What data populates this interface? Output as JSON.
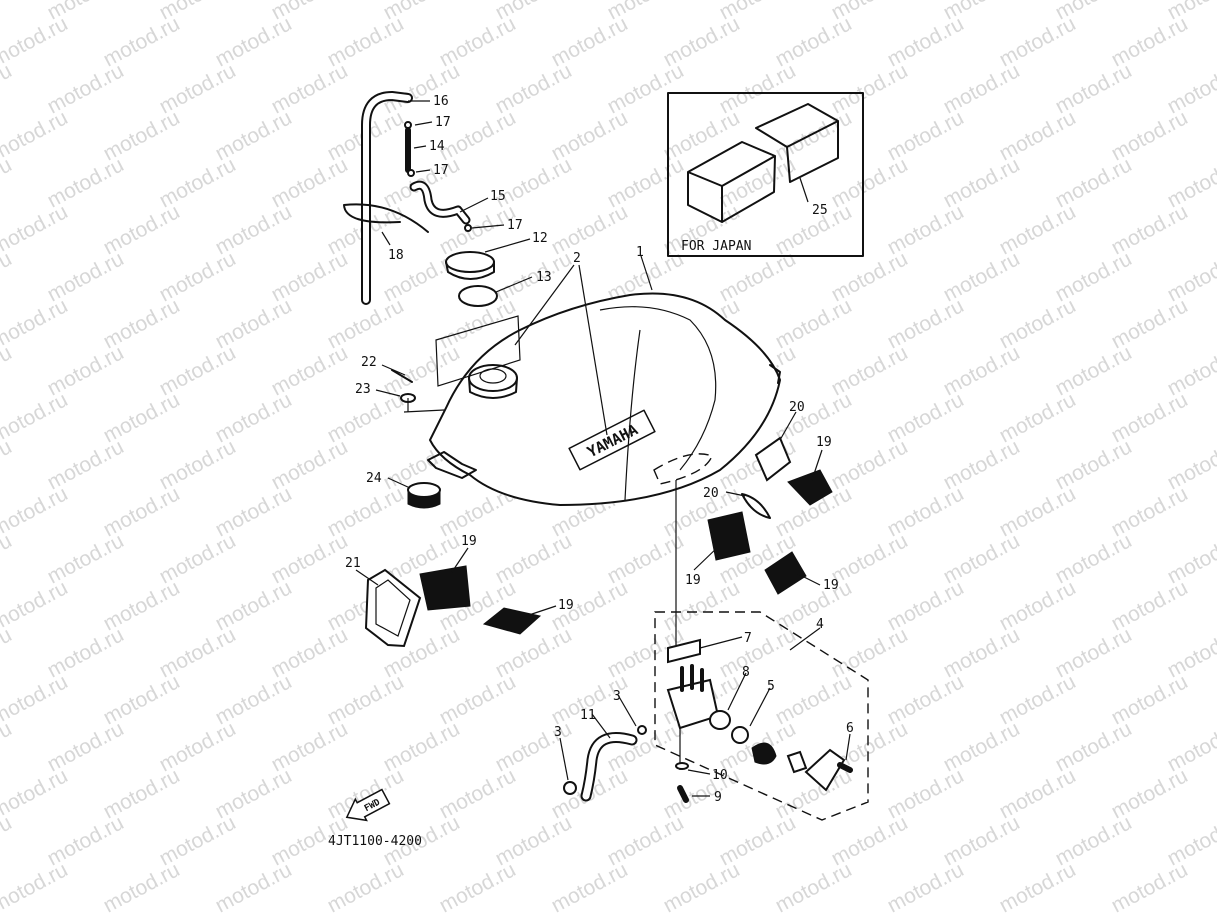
{
  "watermark": "motod.ru",
  "brand_on_tank": "YAMAHA",
  "inset_caption": "FOR  JAPAN",
  "drawing_number": "4JT1100-4200",
  "fwd_marker": "FWD",
  "callouts": [
    {
      "id": "c1",
      "text": "1"
    },
    {
      "id": "c2",
      "text": "2"
    },
    {
      "id": "c3a",
      "text": "3"
    },
    {
      "id": "c3b",
      "text": "3"
    },
    {
      "id": "c4",
      "text": "4"
    },
    {
      "id": "c5",
      "text": "5"
    },
    {
      "id": "c6",
      "text": "6"
    },
    {
      "id": "c7",
      "text": "7"
    },
    {
      "id": "c8",
      "text": "8"
    },
    {
      "id": "c9",
      "text": "9"
    },
    {
      "id": "c10",
      "text": "10"
    },
    {
      "id": "c11",
      "text": "11"
    },
    {
      "id": "c12",
      "text": "12"
    },
    {
      "id": "c13",
      "text": "13"
    },
    {
      "id": "c14",
      "text": "14"
    },
    {
      "id": "c15",
      "text": "15"
    },
    {
      "id": "c16",
      "text": "16"
    },
    {
      "id": "c17a",
      "text": "17"
    },
    {
      "id": "c17b",
      "text": "17"
    },
    {
      "id": "c17c",
      "text": "17"
    },
    {
      "id": "c18",
      "text": "18"
    },
    {
      "id": "c19a",
      "text": "19"
    },
    {
      "id": "c19b",
      "text": "19"
    },
    {
      "id": "c19c",
      "text": "19"
    },
    {
      "id": "c19d",
      "text": "19"
    },
    {
      "id": "c19e",
      "text": "19"
    },
    {
      "id": "c20a",
      "text": "20"
    },
    {
      "id": "c20b",
      "text": "20"
    },
    {
      "id": "c21",
      "text": "21"
    },
    {
      "id": "c22",
      "text": "22"
    },
    {
      "id": "c23",
      "text": "23"
    },
    {
      "id": "c24",
      "text": "24"
    },
    {
      "id": "c25",
      "text": "25"
    }
  ]
}
